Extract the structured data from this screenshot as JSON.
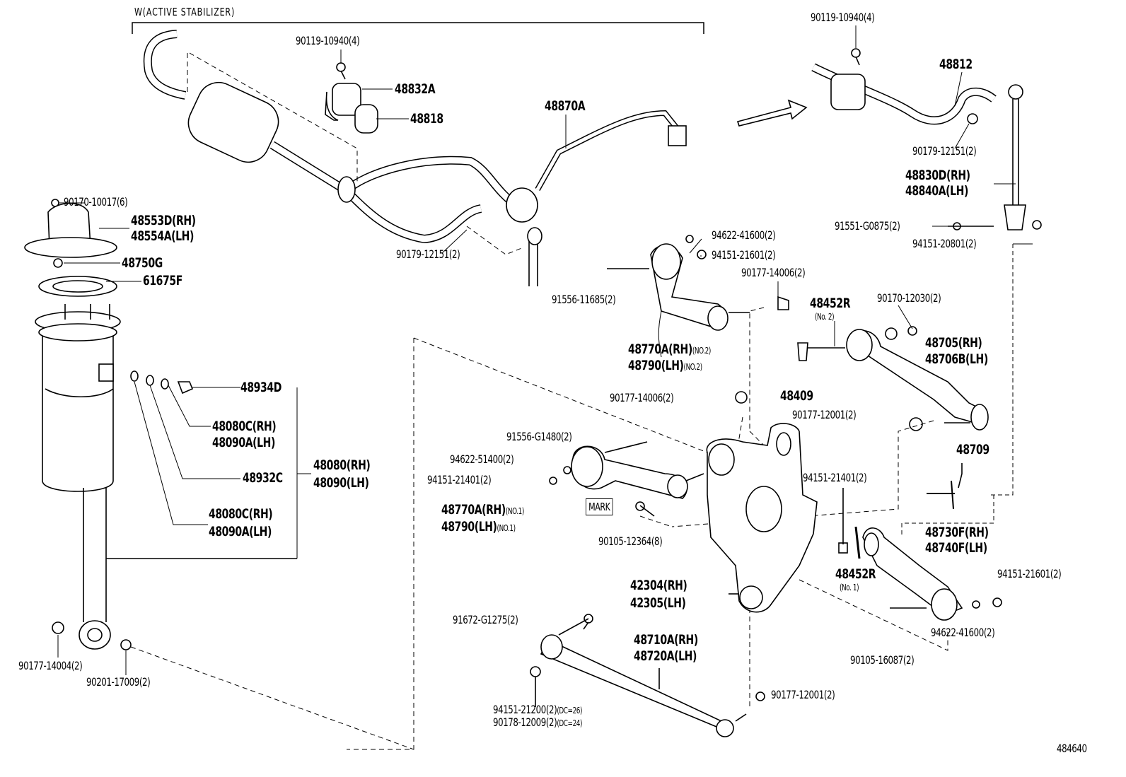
{
  "diagram": {
    "section_title": "W(ACTIVE STABILIZER)",
    "illustration_number": "484640",
    "mark_label": "MARK",
    "parts": {
      "p90119_top": "90119-10940(4)",
      "p48832A": "48832A",
      "p48818": "48818",
      "p48870A": "48870A",
      "p90179_left": "90179-12151(2)",
      "p90170_10017": "90170-10017(6)",
      "p48553D": "48553D(RH)",
      "p48554A": "48554A(LH)",
      "p48750G": "48750G",
      "p61675F": "61675F",
      "p48934D": "48934D",
      "p48080C_a": "48080C(RH)",
      "p48090A_a": "48090A(LH)",
      "p48932C": "48932C",
      "p48080": "48080(RH)",
      "p48090": "48090(LH)",
      "p48080C_b": "48080C(RH)",
      "p48090A_b": "48090A(LH)",
      "p90177_14004": "90177-14004(2)",
      "p90201_17009": "90201-17009(2)",
      "p90119_right": "90119-10940(4)",
      "p48812": "48812",
      "p90179_right": "90179-12151(2)",
      "p48830D": "48830D(RH)",
      "p48840A": "48840A(LH)",
      "p91551": "91551-G0875(2)",
      "p94151_20801": "94151-20801(2)",
      "p94622_41600_top": "94622-41600(2)",
      "p94151_21601_top": "94151-21601(2)",
      "p90177_14006_top": "90177-14006(2)",
      "p91556_11685": "91556-11685(2)",
      "p48452R_no2": "48452R",
      "p48452R_no2_sub": "(No. 2)",
      "p90170_12030": "90170-12030(2)",
      "p48770A_no2": "48770A(RH)",
      "p48770A_no2_sub": "(NO.2)",
      "p48790_no2": "48790(LH)",
      "p48790_no2_sub": "(NO.2)",
      "p48705": "48705(RH)",
      "p48706B": "48706B(LH)",
      "p48409": "48409",
      "p90177_14006_mid": "90177-14006(2)",
      "p90177_12001_top": "90177-12001(2)",
      "p91556_G1480": "91556-G1480(2)",
      "p94622_51400": "94622-51400(2)",
      "p94151_21401_left": "94151-21401(2)",
      "p48709": "48709",
      "p94151_21401_right": "94151-21401(2)",
      "p48770A_no1": "48770A(RH)",
      "p48770A_no1_sub": "(NO.1)",
      "p48790_no1": "48790(LH)",
      "p48790_no1_sub": "(NO.1)",
      "p90105_12364": "90105-12364(8)",
      "p48730F": "48730F(RH)",
      "p48740F": "48740F(LH)",
      "p48452R_no1": "48452R",
      "p48452R_no1_sub": "(No. 1)",
      "p94151_21601_bot": "94151-21601(2)",
      "p42304": "42304(RH)",
      "p42305": "42305(LH)",
      "p91672": "91672-G1275(2)",
      "p94622_41600_bot": "94622-41600(2)",
      "p48710A": "48710A(RH)",
      "p48720A": "48720A(LH)",
      "p90105_16087": "90105-16087(2)",
      "p90177_12001_bot": "90177-12001(2)",
      "p94151_21200": "94151-21200(2)",
      "p94151_21200_sub": "(DC=26)",
      "p90178_12009": "90178-12009(2)",
      "p90178_12009_sub": "(DC=24)"
    }
  }
}
